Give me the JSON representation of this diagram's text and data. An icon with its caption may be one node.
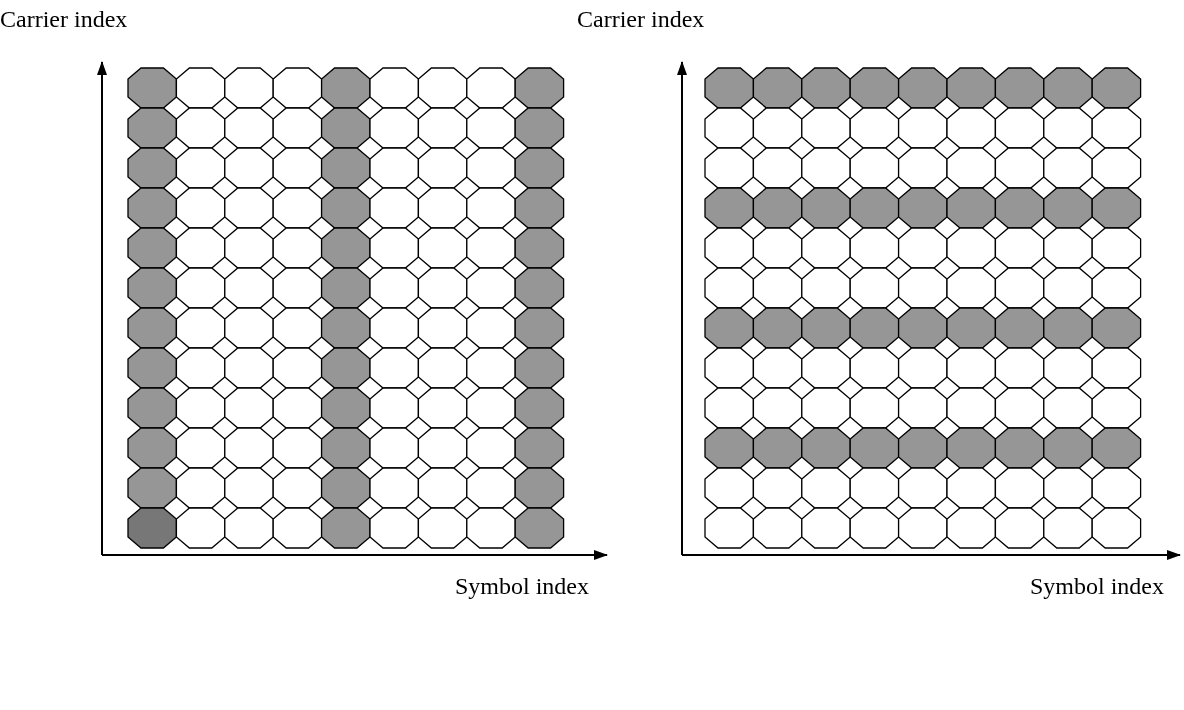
{
  "diagram": {
    "labels": [
      "Carrier index",
      "Carrier index",
      "Symbol index",
      "Symbol index"
    ]
  }
}
